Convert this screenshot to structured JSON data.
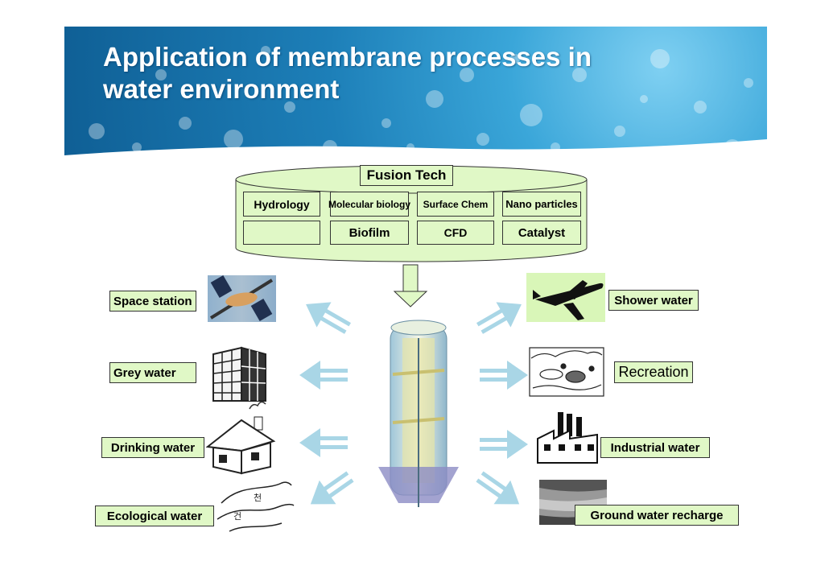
{
  "title": {
    "line1": "Application of membrane processes in",
    "line2": "water environment"
  },
  "fusion": {
    "heading": "Fusion Tech",
    "cells_row1": [
      "Hydrology",
      "Molecular biology",
      "Surface Chem",
      "Nano particles"
    ],
    "cells_row2": [
      "",
      "Biofilm",
      "CFD",
      "Catalyst"
    ]
  },
  "left_labels": [
    "Space station",
    "Grey water",
    "Drinking water",
    "Ecological water"
  ],
  "right_labels": [
    "Shower water",
    "Recreation",
    "Industrial water",
    "Ground water recharge"
  ],
  "colors": {
    "box_fill": "#e0f8c6",
    "arrow": "#a9d6e6",
    "banner": "#1d7fb8"
  }
}
